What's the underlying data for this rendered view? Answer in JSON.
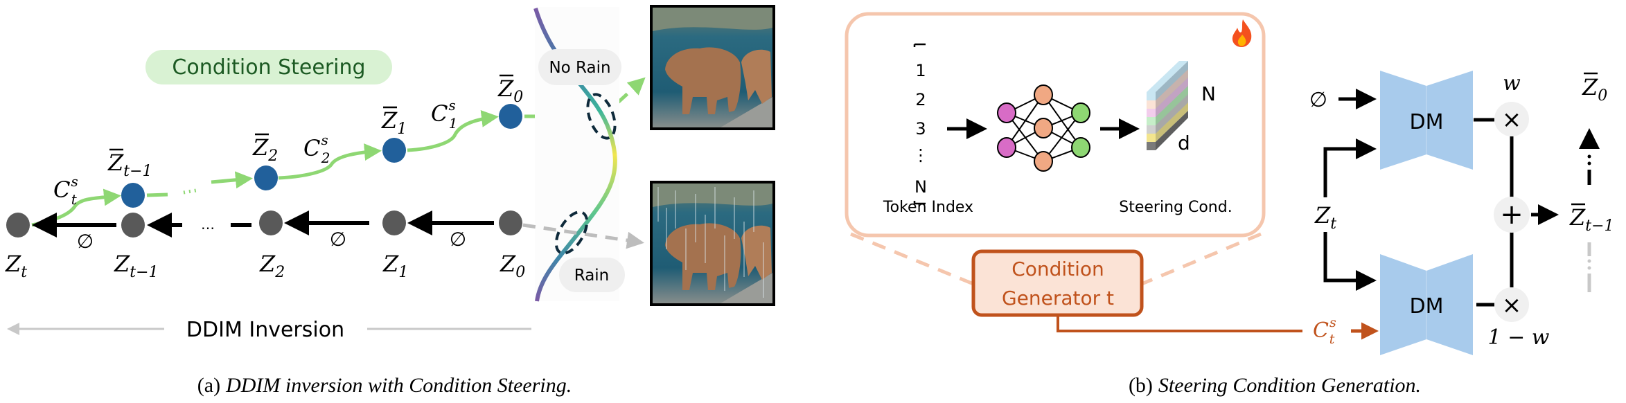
{
  "panel_a": {
    "pill_condition_steering": "Condition Steering",
    "pill_no_rain": "No Rain",
    "pill_rain": "Rain",
    "ddim_inversion_label": "DDIM Inversion",
    "ellipsis": "…",
    "null_symbol": "∅",
    "bottom_nodes": [
      {
        "base": "Z",
        "sub": "t"
      },
      {
        "base": "Z",
        "sub": "t−1"
      },
      {
        "base": "Z",
        "sub": "2"
      },
      {
        "base": "Z",
        "sub": "1"
      },
      {
        "base": "Z",
        "sub": "0"
      }
    ],
    "top_nodes": [
      {
        "base": "Z",
        "sub": "t−1",
        "bar": true
      },
      {
        "base": "Z",
        "sub": "2",
        "bar": true
      },
      {
        "base": "Z",
        "sub": "1",
        "bar": true
      },
      {
        "base": "Z",
        "sub": "0",
        "bar": true
      }
    ],
    "conditions": [
      {
        "base": "C",
        "sup": "s",
        "sub": "t"
      },
      {
        "base": "C",
        "sup": "s",
        "sub": "2"
      },
      {
        "base": "C",
        "sup": "s",
        "sub": "1"
      }
    ],
    "image_clean_desc": "Brown bear with cubs walking along river bank (no rain)",
    "image_rain_desc": "Brown bear with cubs walking along river bank (with rain streaks)",
    "caption_prefix": "(a)",
    "caption_text": "DDIM inversion with Condition Steering."
  },
  "panel_b": {
    "token_indices": [
      "1",
      "2",
      "3",
      "⋮",
      "N"
    ],
    "token_index_label": "Token Index",
    "steering_cond_label": "Steering Cond.",
    "dim_n": "N",
    "dim_d": "d",
    "trainable_icon": "fire-icon",
    "generator_line1": "Condition",
    "generator_line2": "Generator t",
    "dm_top": "DM",
    "dm_bottom": "DM",
    "null_symbol": "∅",
    "zt": {
      "base": "Z",
      "sub": "t"
    },
    "ct": {
      "base": "C",
      "sup": "s",
      "sub": "t"
    },
    "weight_top": "w",
    "weight_bottom": "1 − w",
    "times": "×",
    "plus": "+",
    "out_prev": {
      "base": "Z",
      "sub": "t−1",
      "bar": true
    },
    "out_final": {
      "base": "Z",
      "sub": "0",
      "bar": true
    },
    "caption_prefix": "(b)",
    "caption_text": "Steering Condition Generation."
  },
  "colors": {
    "blue_node": "#21609b",
    "gray_node": "#595959",
    "green_path": "#8ed773",
    "pill_green_bg": "#d9f2d3",
    "pill_green_text": "#1c5a23",
    "pill_gray_bg": "#efefef",
    "orange_dark": "#c0521c",
    "orange_light_bg": "#fbe3d6",
    "orange_outline": "#f5c6ad",
    "dm_blue": "#a8cbec",
    "op_circle": "#f0f0f0",
    "ddim_arrow": "#c8c8c8"
  }
}
